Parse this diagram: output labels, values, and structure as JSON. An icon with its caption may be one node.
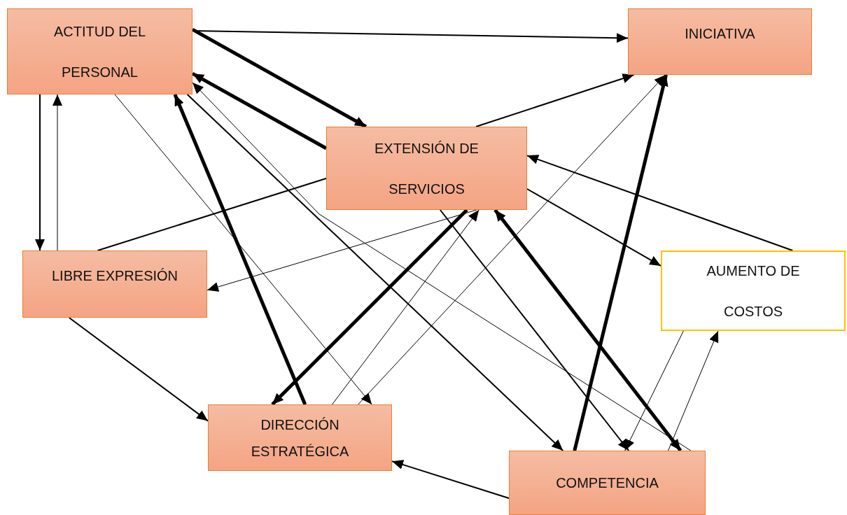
{
  "diagram": {
    "nodes": [
      {
        "text": [
          "ACTITUD DEL PERSONAL"
        ]
      },
      {
        "text": [
          "INICIATIVA"
        ]
      },
      {
        "text": [
          "EXTENSIÓN DE SERVICIOS"
        ]
      },
      {
        "text": [
          "LIBRE EXPRESIÓN"
        ]
      },
      {
        "text": [
          "AUMENTO DE COSTOS"
        ]
      },
      {
        "text": [
          "DIRECCIÓN ESTRATÉGICA"
        ]
      },
      {
        "text": [
          "COMPETENCIA"
        ]
      }
    ],
    "edges": [
      {
        "from": 0,
        "to": 1,
        "arrow": "to"
      },
      {
        "from": 0,
        "to": 2,
        "arrow": "to",
        "style": "thick"
      },
      {
        "from": 2,
        "to": 0,
        "arrow": "to",
        "style": "thick"
      },
      {
        "from": 2,
        "to": 1,
        "arrow": "to"
      },
      {
        "from": 0,
        "to": 3,
        "arrow": "to"
      },
      {
        "from": 3,
        "to": 0,
        "arrow": "to"
      },
      {
        "from": 0,
        "to": 5,
        "arrow": "to"
      },
      {
        "from": 5,
        "to": 0,
        "arrow": "to",
        "style": "thick"
      },
      {
        "from": 0,
        "to": 6,
        "arrow": "to"
      },
      {
        "from": 6,
        "to": 0,
        "arrow": "to"
      },
      {
        "from": 2,
        "to": 3,
        "arrow": "none"
      },
      {
        "from": 2,
        "to": 3,
        "arrow": "to"
      },
      {
        "from": 2,
        "to": 5,
        "arrow": "to",
        "style": "thick"
      },
      {
        "from": 5,
        "to": 2,
        "arrow": "to"
      },
      {
        "from": 2,
        "to": 6,
        "arrow": "to"
      },
      {
        "from": 5,
        "to": 1,
        "arrow": "to"
      },
      {
        "from": 2,
        "to": 6,
        "arrow": "both",
        "style": "thick"
      },
      {
        "from": 6,
        "to": 1,
        "arrow": "to",
        "style": "thick"
      },
      {
        "from": 4,
        "to": 2,
        "arrow": "to"
      },
      {
        "from": 2,
        "to": 4,
        "arrow": "to"
      },
      {
        "from": 4,
        "to": 6,
        "arrow": "to"
      },
      {
        "from": 6,
        "to": 4,
        "arrow": "to"
      },
      {
        "from": 3,
        "to": 5,
        "arrow": "to"
      },
      {
        "from": 6,
        "to": 5,
        "arrow": "to"
      }
    ]
  }
}
